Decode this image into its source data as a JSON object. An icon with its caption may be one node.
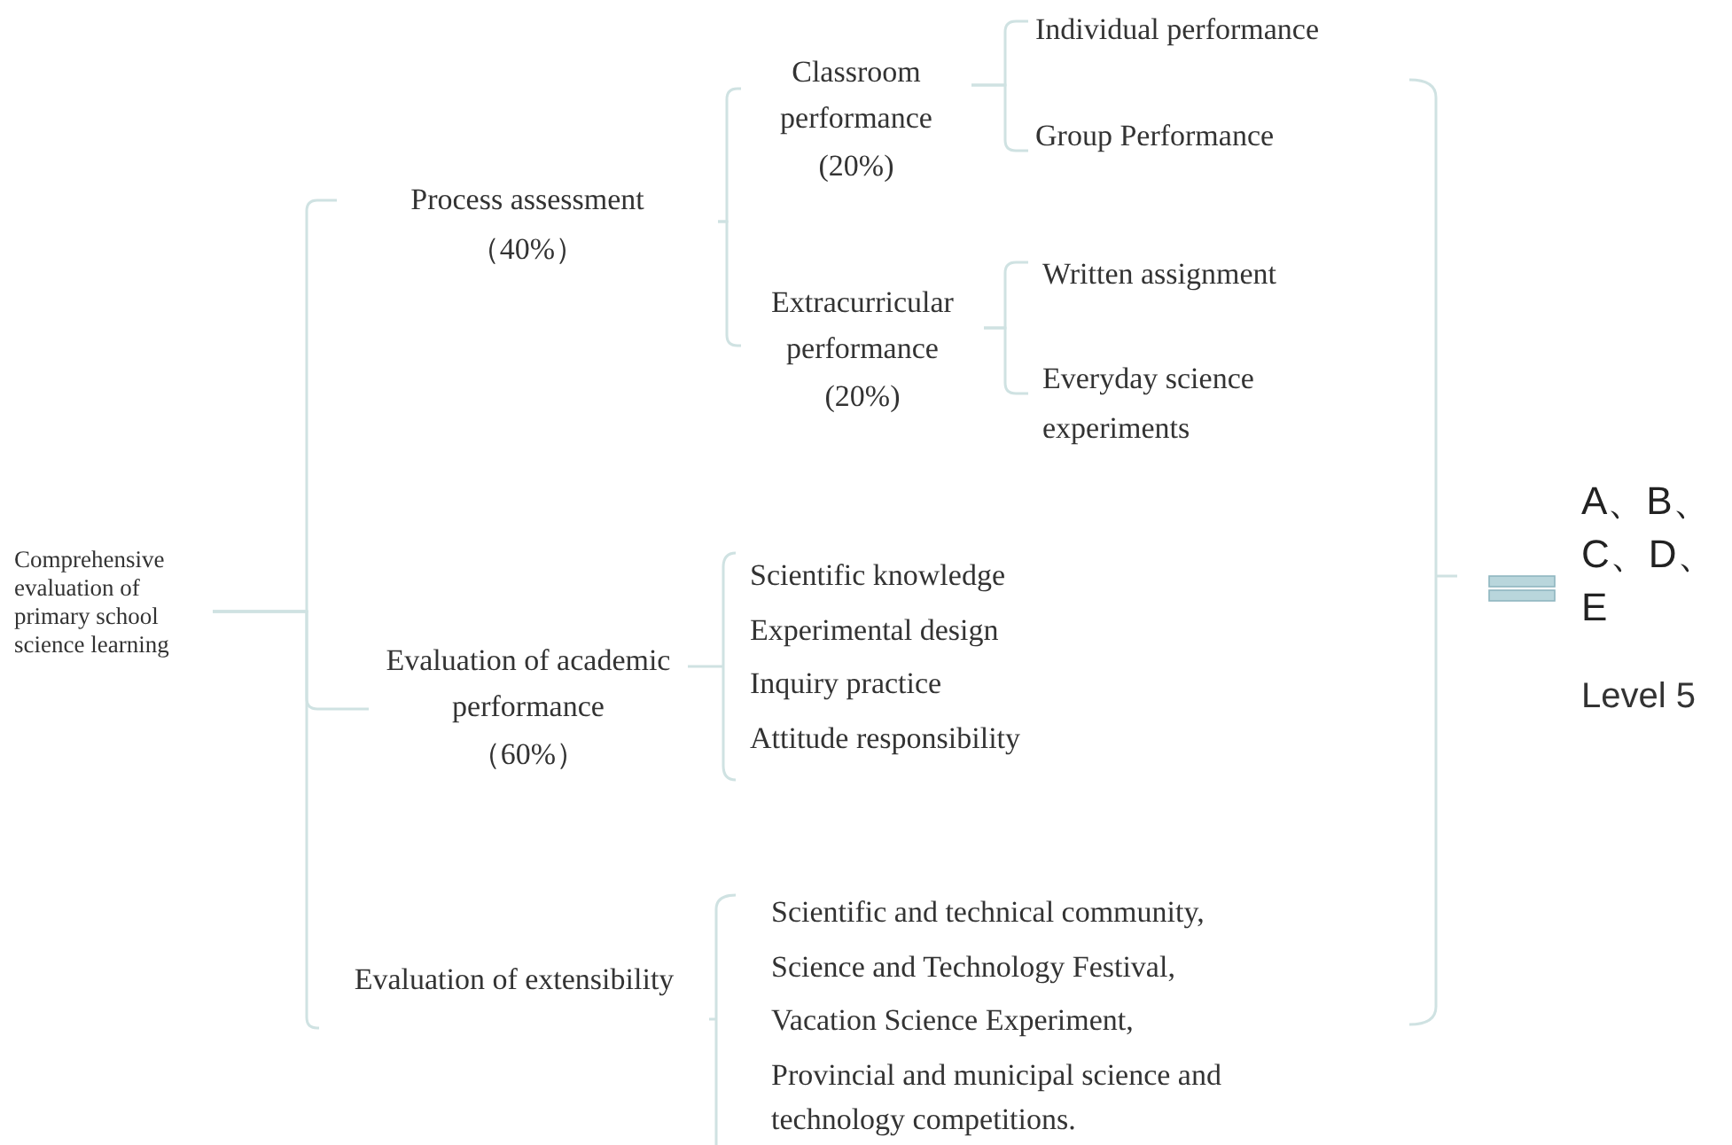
{
  "diagram": {
    "nodes": [
      {
        "text": [
          "Comprehensive evaluation of primary school science learning"
        ]
      },
      {
        "text": [
          "Process assessment",
          "（40%）"
        ]
      },
      {
        "text": [
          "Classroom performance",
          "(20%)"
        ]
      },
      {
        "text": [
          "Individual performance"
        ]
      },
      {
        "text": [
          "Group Performance"
        ]
      },
      {
        "text": [
          "Extracurricular performance",
          "(20%)"
        ]
      },
      {
        "text": [
          "Written assignment"
        ]
      },
      {
        "text": [
          "Everyday science experiments"
        ]
      },
      {
        "text": [
          "Evaluation of academic performance",
          "（60%）"
        ]
      },
      {
        "text": [
          "Scientific knowledge",
          "Experimental design",
          "Inquiry practice",
          "Attitude responsibility"
        ]
      },
      {
        "text": [
          "Evaluation of extensibility"
        ]
      },
      {
        "text": [
          "Scientific and technical community,",
          "Science and Technology Festival,",
          "Vacation Science Experiment,",
          "Provincial and municipal science and technology competitions."
        ]
      }
    ],
    "edges": [
      {
        "from": 0,
        "to": 1,
        "arrow": "none"
      },
      {
        "from": 0,
        "to": 8,
        "arrow": "none"
      },
      {
        "from": 0,
        "to": 10,
        "arrow": "none"
      },
      {
        "from": 1,
        "to": 2,
        "arrow": "none"
      },
      {
        "from": 1,
        "to": 5,
        "arrow": "none"
      },
      {
        "from": 2,
        "to": 3,
        "arrow": "none"
      },
      {
        "from": 2,
        "to": 4,
        "arrow": "none"
      },
      {
        "from": 5,
        "to": 6,
        "arrow": "none"
      },
      {
        "from": 5,
        "to": 7,
        "arrow": "none"
      },
      {
        "from": 8,
        "to": 9,
        "arrow": "none"
      },
      {
        "from": 10,
        "to": 11,
        "arrow": "none"
      }
    ],
    "labels": [
      "A、B、C、D、E",
      "Level 5"
    ]
  }
}
